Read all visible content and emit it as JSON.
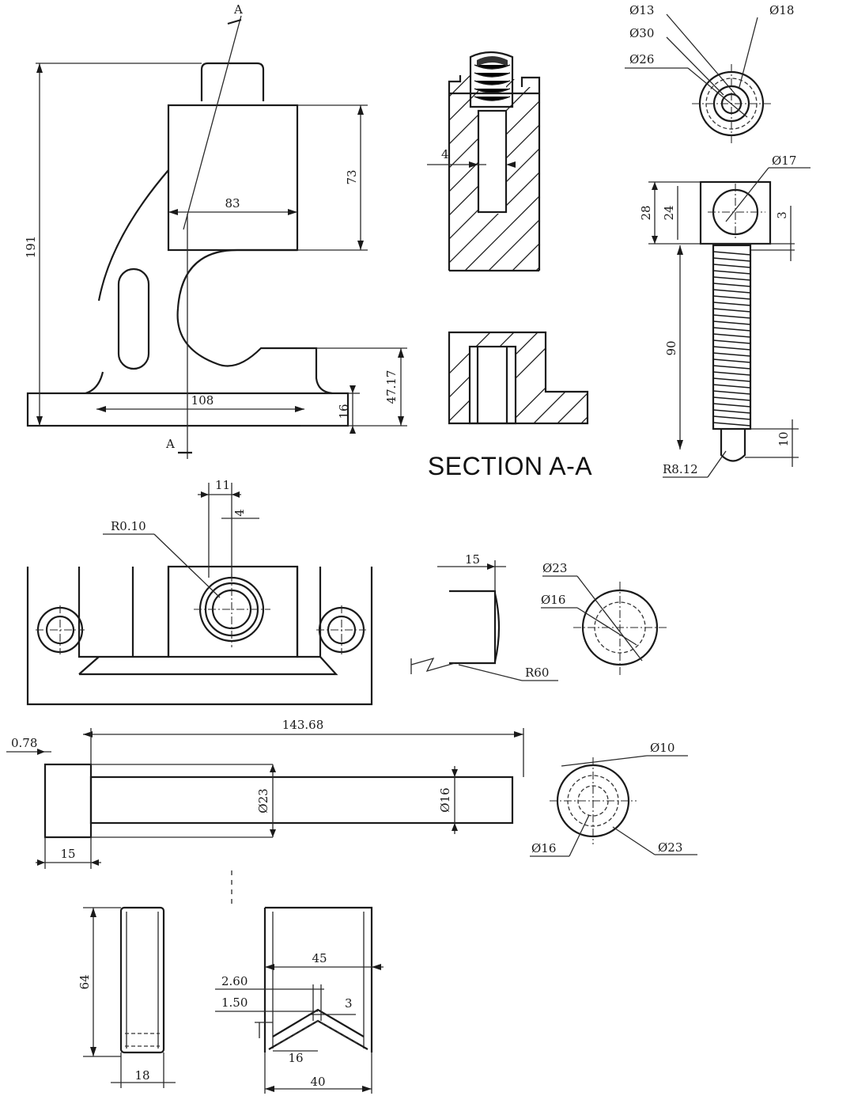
{
  "section_label": "SECTION A-A",
  "cut_marks": {
    "top": "A",
    "bottom": "A"
  },
  "bracket": {
    "height": "191",
    "block_height": "73",
    "block_width": "83",
    "base_width": "108",
    "base_thickness": "16",
    "step_height": "47.17"
  },
  "section_view": {
    "slot_width": "4"
  },
  "nut": {
    "d_outer_1": "Ø13",
    "d_outer_2": "Ø30",
    "d_outer_3": "Ø26",
    "d_18": "Ø18"
  },
  "bolt": {
    "head_d": "Ø17",
    "head_height": "28",
    "head_inner": "24",
    "gap": "3",
    "shank_length": "90",
    "tip_length": "10",
    "thread": "R8.12"
  },
  "plate": {
    "radius": "R0.10",
    "width": "11",
    "offset": "4"
  },
  "pin_cap": {
    "width": "15",
    "radius": "R60",
    "d_outer": "Ø23",
    "d_inner": "Ø16"
  },
  "shaft": {
    "length": "143.68",
    "chamfer": "0.78",
    "d_large": "Ø23",
    "d_small": "Ø16",
    "head_length": "15",
    "end_d10": "Ø10",
    "end_d16": "Ø16",
    "end_d23": "Ø23"
  },
  "vblock": {
    "height": "64",
    "thickness": "18",
    "width_top": "45",
    "dim_260": "2.60",
    "dim_150": "1.50",
    "dim_3": "3",
    "dim_16": "16",
    "width_bottom": "40"
  }
}
